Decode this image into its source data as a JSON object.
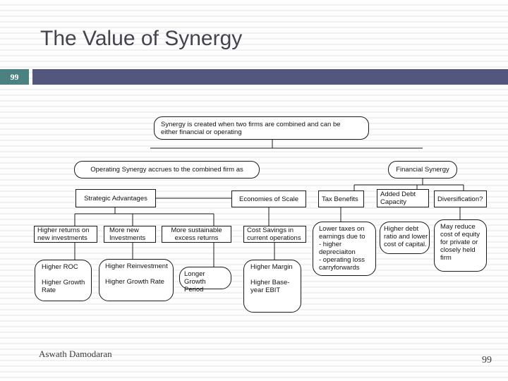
{
  "header": {
    "title": "The Value of Synergy",
    "badge": "99"
  },
  "footer": {
    "author": "Aswath Damodaran",
    "page": "99"
  },
  "colors": {
    "badge_teal": "#4b8281",
    "bar_purple": "#54577d",
    "title_gray": "#44444d"
  },
  "diagram": {
    "nodes": {
      "root": "Synergy is created when two firms are combined and can be\neither financial or operating",
      "operating": "Operating Synergy accrues to the combined firm as",
      "financial": "Financial Synergy",
      "strategic": "Strategic Advantages",
      "economies": "Economies of Scale",
      "tax": "Tax Benefits",
      "added_debt": "Added Debt\nCapacity",
      "diversification": "Diversification?",
      "higher_returns": "Higher returns on\nnew  investments",
      "more_new": "More new\nInvestments",
      "more_sustainable": "More sustainable\nexcess returns",
      "cost_savings": "Cost Savings in\ncurrent operations",
      "lower_taxes": "Lower taxes on\nearnings due to\n- higher\ndepreciaiton\n- operating loss\ncarryforwards",
      "higher_debt_ratio": "Higher debt\nratio and lower\ncost of capital.",
      "may_reduce": "May reduce\ncost of equity\nfor private or\nclosely held\nfirm",
      "higher_roc": "Higher ROC\n\nHigher Growth\nRate",
      "higher_reinvestment": "Higher Reinvestment\n\nHigher Growth Rate",
      "longer_growth": "Longer Growth\nPeriod",
      "higher_margin": "Higher Margin\n\nHigher Base-\nyear EBIT"
    }
  }
}
